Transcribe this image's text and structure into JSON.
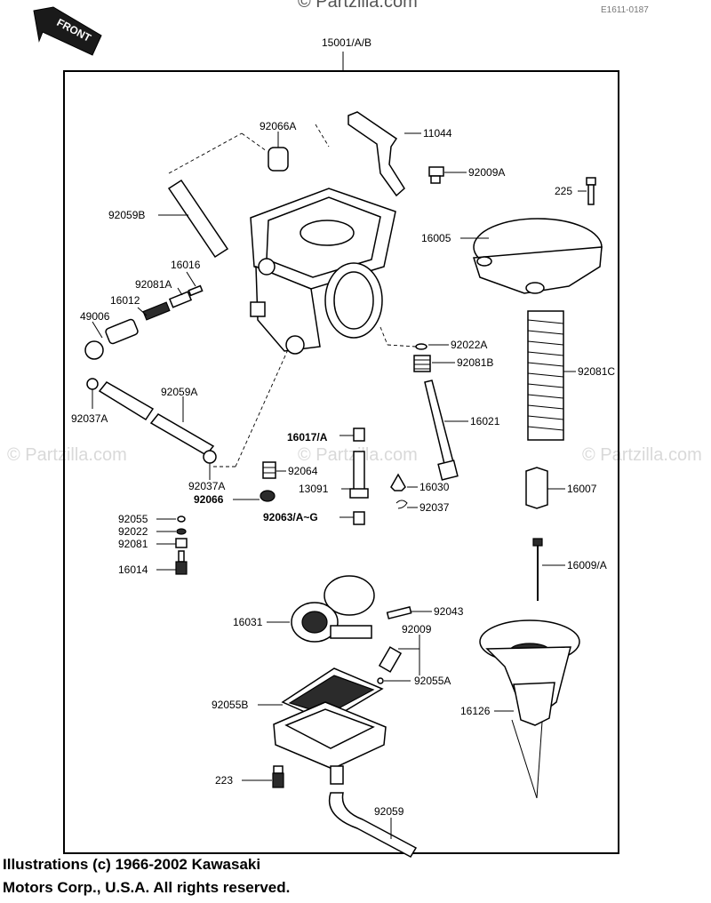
{
  "watermarks": {
    "top": "© Partzilla.com",
    "left": "© Partzilla.com",
    "center": "© Partzilla.com",
    "right": "© Partzilla.com"
  },
  "drawing_code": "E1611-0187",
  "front_label": "FRONT",
  "assembly_label": "15001/A/B",
  "labels": {
    "p11044": "11044",
    "p92066A": "92066A",
    "p92009A": "92009A",
    "p225": "225",
    "p92059B": "92059B",
    "p16005": "16005",
    "p16016": "16016",
    "p92081A": "92081A",
    "p16012": "16012",
    "p49006": "49006",
    "p92022A": "92022A",
    "p92081B": "92081B",
    "p92081C": "92081C",
    "p92059A": "92059A",
    "p92037A_top": "92037A",
    "p16021": "16021",
    "p16017": "16017/A",
    "p92064": "92064",
    "p92037A_bot": "92037A",
    "p13091": "13091",
    "p16030": "16030",
    "p16007": "16007",
    "p92066": "92066",
    "p92037": "92037",
    "p92063": "92063/A~G",
    "p92055": "92055",
    "p92022": "92022",
    "p92081": "92081",
    "p16014": "16014",
    "p16009": "16009/A",
    "p92043": "92043",
    "p16031": "16031",
    "p92009": "92009",
    "p92055A": "92055A",
    "p92055B": "92055B",
    "p16126": "16126",
    "p223": "223",
    "p92059": "92059"
  },
  "copyright_lines": [
    "Illustrations (c) 1966-2002 Kawasaki",
    "Motors Corp., U.S.A.  All rights reserved."
  ]
}
